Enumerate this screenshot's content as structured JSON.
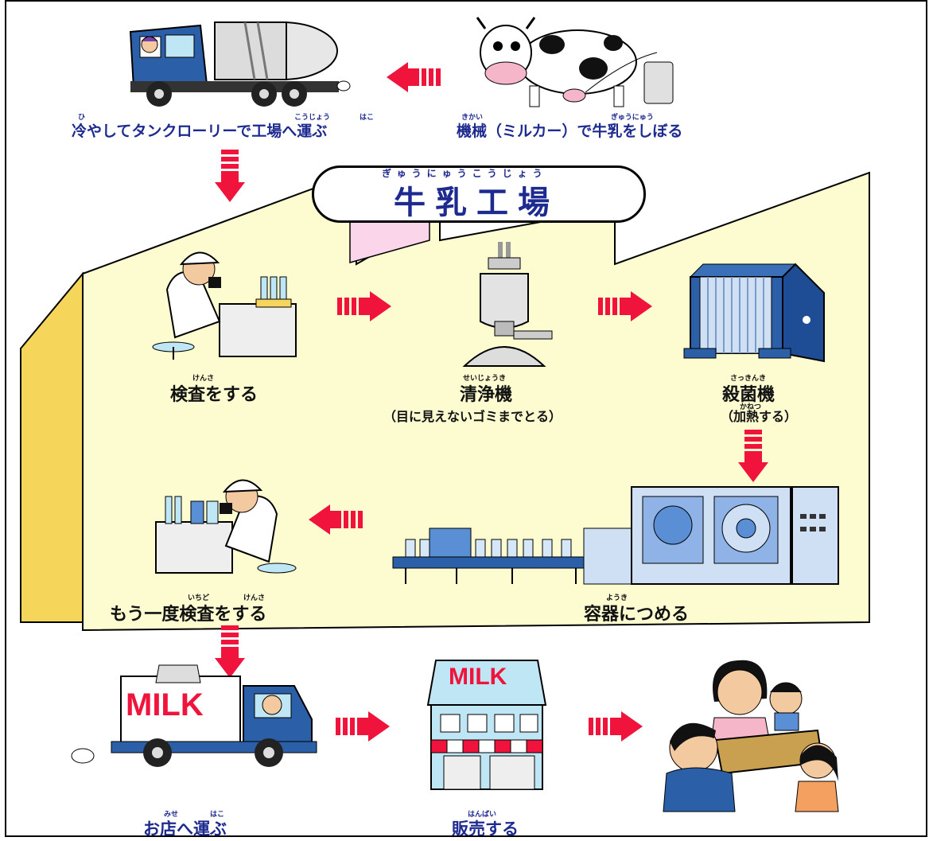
{
  "top": {
    "tanker_label": "冷やしてタンクローリーで工場へ運ぶ",
    "tanker_ruby_1": "ひ",
    "tanker_ruby_2": "こうじょう",
    "tanker_ruby_3": "はこ",
    "milking_label": "機械（ミルカー）で牛乳をしぼる",
    "milking_ruby_1": "きかい",
    "milking_ruby_2": "ぎゅうにゅう"
  },
  "factory": {
    "title": "牛乳工場",
    "title_ruby": "ぎゅうにゅうこうじょう",
    "inspect_label": "検査をする",
    "inspect_ruby": "けんさ",
    "cleaner_label": "清浄機",
    "cleaner_ruby": "せいじょうき",
    "cleaner_note": "（目に見えないゴミまでとる）",
    "steril_label": "殺菌機",
    "steril_ruby": "さっきんき",
    "steril_note": "（加熱する）",
    "steril_note_ruby": "かねつ",
    "fill_label": "容器につめる",
    "fill_ruby": "ようき",
    "reinspect_label": "もう一度検査をする",
    "reinspect_ruby_1": "いちど",
    "reinspect_ruby_2": "けんさ"
  },
  "bottom": {
    "truck_sign": "MILK",
    "shop_sign": "MILK",
    "deliver_label": "お店へ運ぶ",
    "deliver_ruby_1": "みせ",
    "deliver_ruby_2": "はこ",
    "sell_label": "販売する",
    "sell_ruby": "はんばい"
  },
  "colors": {
    "arrow": "#f0133c",
    "factory_wall": "#fdfbd0",
    "factory_side": "#f5d55a",
    "label_blue": "#1d2a8f",
    "machine_blue": "#2b5fa8"
  }
}
